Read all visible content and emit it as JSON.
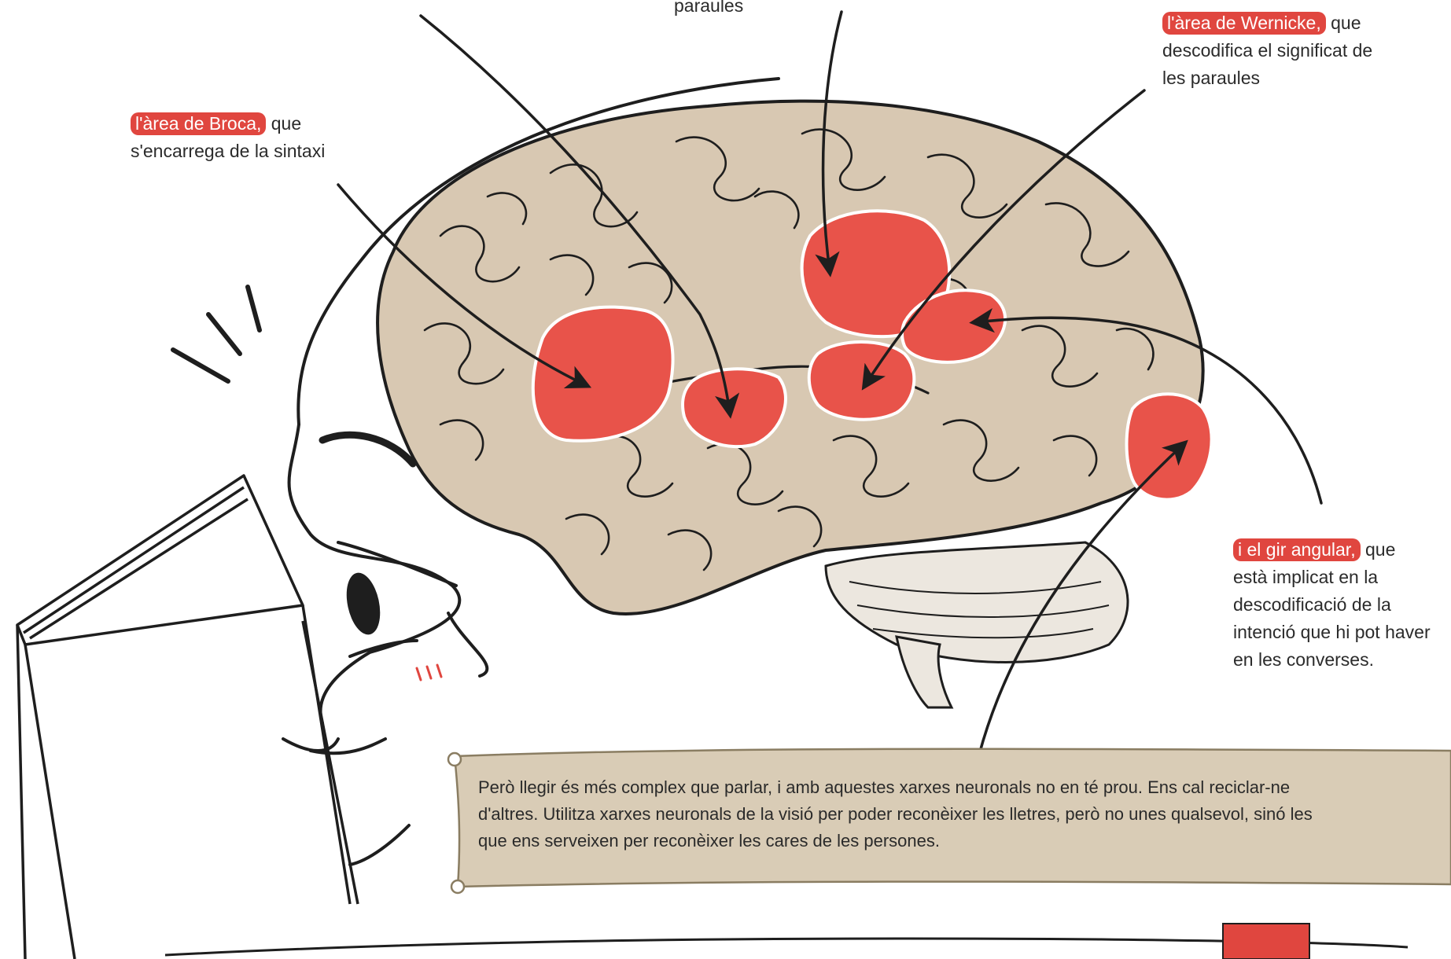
{
  "labels": {
    "top_fragment": "paraules",
    "broca": {
      "highlight": "l'àrea de Broca,",
      "rest": "que",
      "line2": "s'encarrega de la sintaxi"
    },
    "wernicke": {
      "highlight": "l'àrea de Wernicke,",
      "rest": "que",
      "line2": "descodifica el significat de",
      "line3": "les paraules"
    },
    "angular": {
      "highlight": "i el gir angular,",
      "rest": "que",
      "line2": "està implicat en la",
      "line3": "descodificació de la",
      "line4": "intenció que hi pot haver",
      "line5": "en les converses."
    }
  },
  "caption": {
    "line1": "Però llegir és més complex que parlar, i amb aquestes xarxes neuronals no en té prou. Ens cal reciclar-ne",
    "line2": "d'altres. Utilitza xarxes neuronals de la visió per poder reconèixer les lletres, però no unes qualsevol, sinó les",
    "line3": "que ens serveixen per reconèixer les cares de les persones."
  },
  "colors": {
    "highlight": "#e0463f",
    "brain": "#d8c8b2",
    "area": "#e8534a",
    "caption_box": "#d9ccb6",
    "ink": "#1e1e1e"
  }
}
